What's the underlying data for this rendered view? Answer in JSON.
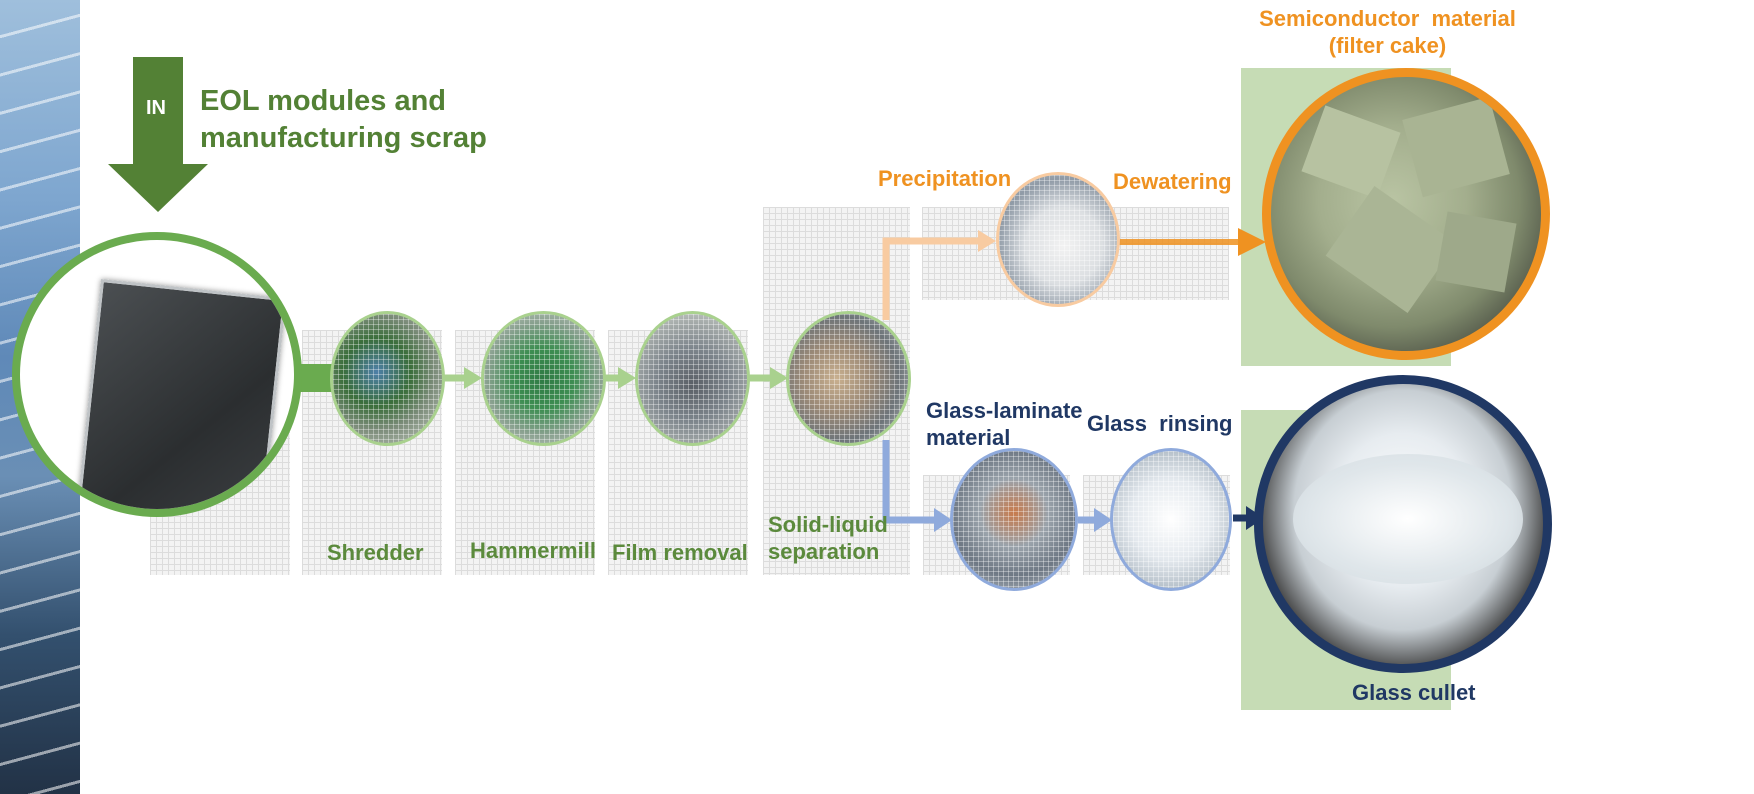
{
  "input": {
    "badge": "IN",
    "title_line1": "EOL modules and",
    "title_line2": "manufacturing scrap"
  },
  "steps": {
    "shredder": "Shredder",
    "hammermill": "Hammermill",
    "film_removal": "Film removal",
    "separation_line1": "Solid-liquid",
    "separation_line2": "separation"
  },
  "semiconductor_branch": {
    "precipitation": "Precipitation",
    "dewatering": "Dewatering",
    "output_line1": "Semiconductor  material",
    "output_line2": "(filter cake)"
  },
  "glass_branch": {
    "laminate_line1": "Glass-laminate",
    "laminate_line2": "material",
    "rinsing": "Glass  rinsing",
    "output": "Glass cullet"
  },
  "colors": {
    "green": "#6aab4f",
    "green_text": "#5b8a3c",
    "orange": "#ef9221",
    "navy": "#203864",
    "panel": "#c6dcb5"
  }
}
